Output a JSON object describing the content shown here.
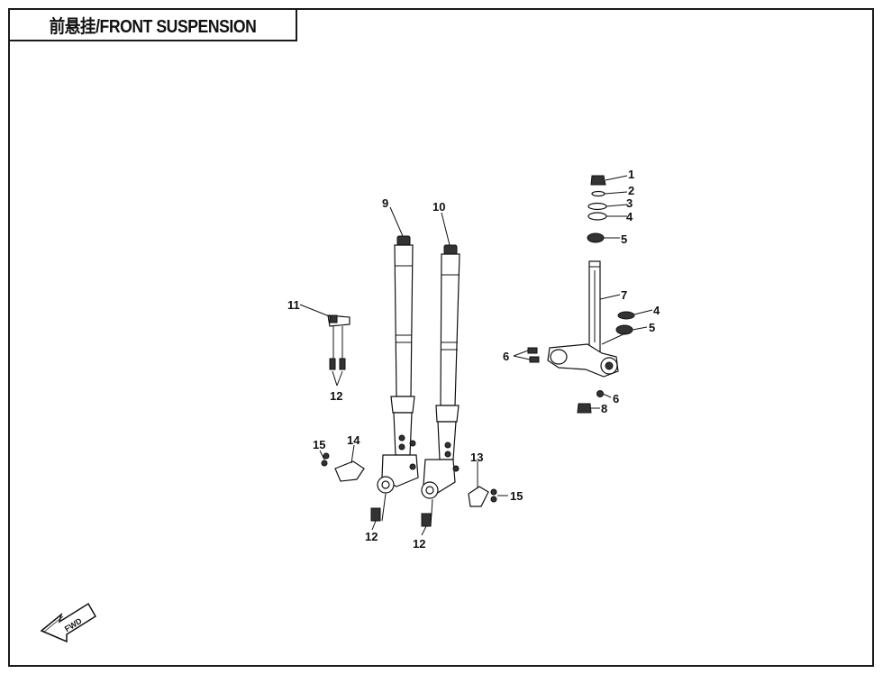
{
  "title": "前悬挂/FRONT SUSPENSION",
  "fwd_label": "FWD",
  "callouts": {
    "c1": "1",
    "c2": "2",
    "c3": "3",
    "c4a": "4",
    "c5a": "5",
    "c7": "7",
    "c4b": "4",
    "c5b": "5",
    "c6a": "6",
    "c6b": "6",
    "c8": "8",
    "c9": "9",
    "c10": "10",
    "c11": "11",
    "c12a": "12",
    "c12b": "12",
    "c12c": "12",
    "c13": "13",
    "c14": "14",
    "c15a": "15",
    "c15b": "15"
  }
}
